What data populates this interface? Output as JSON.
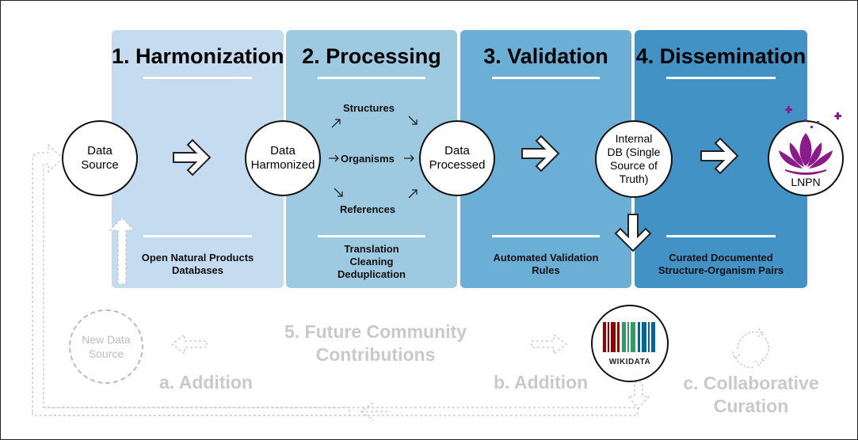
{
  "stages": [
    {
      "title": "1. Harmonization",
      "caption": [
        "Open Natural Products",
        "Databases"
      ]
    },
    {
      "title": "2. Processing",
      "caption": [
        "Translation",
        "Cleaning",
        "Deduplication"
      ]
    },
    {
      "title": "3. Validation",
      "caption": [
        "Automated Validation",
        "Rules"
      ]
    },
    {
      "title": "4. Dissemination",
      "caption": [
        "Curated Documented",
        "Structure-Organism Pairs"
      ]
    }
  ],
  "nodes": {
    "data_source": "Data Source",
    "data_harmonized": [
      "Data",
      "Harmonized"
    ],
    "data_processed": [
      "Data",
      "Processed"
    ],
    "internal_db": [
      "Internal",
      "DB (Single",
      "Source of",
      "Truth)"
    ],
    "lnpn": "LNPN"
  },
  "processing_items": {
    "structures": "Structures",
    "organisms": "Organisms",
    "references": "References"
  },
  "future": {
    "title": [
      "5. Future Community",
      "Contributions"
    ],
    "new_data_source": [
      "New Data",
      "Source"
    ],
    "addition_a": "a. Addition",
    "addition_b": "b. Addition",
    "curation_c": [
      "c. Collaborative",
      "Curation"
    ],
    "wikidata_label": "WIKIDATA"
  },
  "colors": {
    "harmonization": "#c5dbef",
    "processing": "#9ecae1",
    "validation": "#6baed6",
    "dissemination": "#4292c6",
    "lotus_purple": "#8b1a8b",
    "faded_gray": "#c9c9c9"
  }
}
